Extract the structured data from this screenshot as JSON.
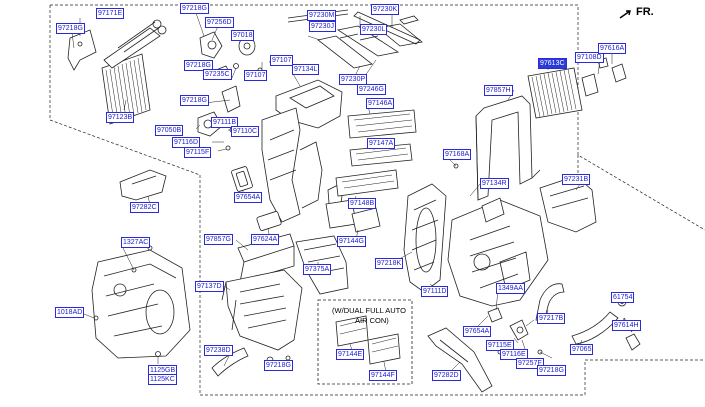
{
  "header": {
    "direction_label": "FR."
  },
  "note": {
    "text": "(W/DUAL FULL AUTO\n   AIR CON)"
  },
  "callouts": {
    "c97171e": "97171E",
    "c97218g_a": "97218G",
    "c97218g_b": "97218G",
    "c97256d": "97256D",
    "c97018": "97018",
    "c97123b": "97123B",
    "c97218g_c": "97218G",
    "c97235c": "97235C",
    "c97107_a": "97107",
    "c97107_b": "97107",
    "c97134l": "97134L",
    "c97218g_d": "97218G",
    "c97111b": "97111B",
    "c97050b": "97050B",
    "c97110c": "97110C",
    "c97116d": "97116D",
    "c97115f": "97115F",
    "c97282c": "97282C",
    "c97230m": "97230M",
    "c97230j": "97230J",
    "c97230l": "97230L",
    "c97230k": "97230K",
    "c97230p": "97230P",
    "c97246g": "97246G",
    "c97146a": "97146A",
    "c97147a": "97147A",
    "c97148b": "97148B",
    "c97144g": "97144G",
    "c97654a_a": "97654A",
    "c97857g": "97857G",
    "c97624a": "97624A",
    "c97375a": "97375A",
    "c97137d": "97137D",
    "c97238d": "97238D",
    "c97218g_e": "97218G",
    "c97144e": "97144E",
    "c97144f": "97144F",
    "c97218k": "97218K",
    "c97111d": "97111D",
    "c97168a": "97168A",
    "c97134r": "97134R",
    "c97857h": "97857H",
    "c97613c": "97613C",
    "c97108d": "97108D",
    "c97616a": "97616A",
    "c97231b": "97231B",
    "c1327ac": "1327AC",
    "c1018ad": "1018AD",
    "c1125gb": "1125GB",
    "c1125kc": "1125KC",
    "c1349aa": "1349AA",
    "c97217b": "97217B",
    "c97654a_b": "97654A",
    "c97115e": "97115E",
    "c97116e": "97116E",
    "c97257f": "97257F",
    "c97218g_f": "97218G",
    "c97065": "97065",
    "c61754": "61754",
    "c97614h": "97614H",
    "c97282d": "97282D"
  },
  "colors": {
    "label_border": "#2a2ad8",
    "label_text": "#1a1ad0",
    "selected_fill": "#2a3bd8",
    "line": "#222222"
  },
  "selected_callout": "97613C"
}
